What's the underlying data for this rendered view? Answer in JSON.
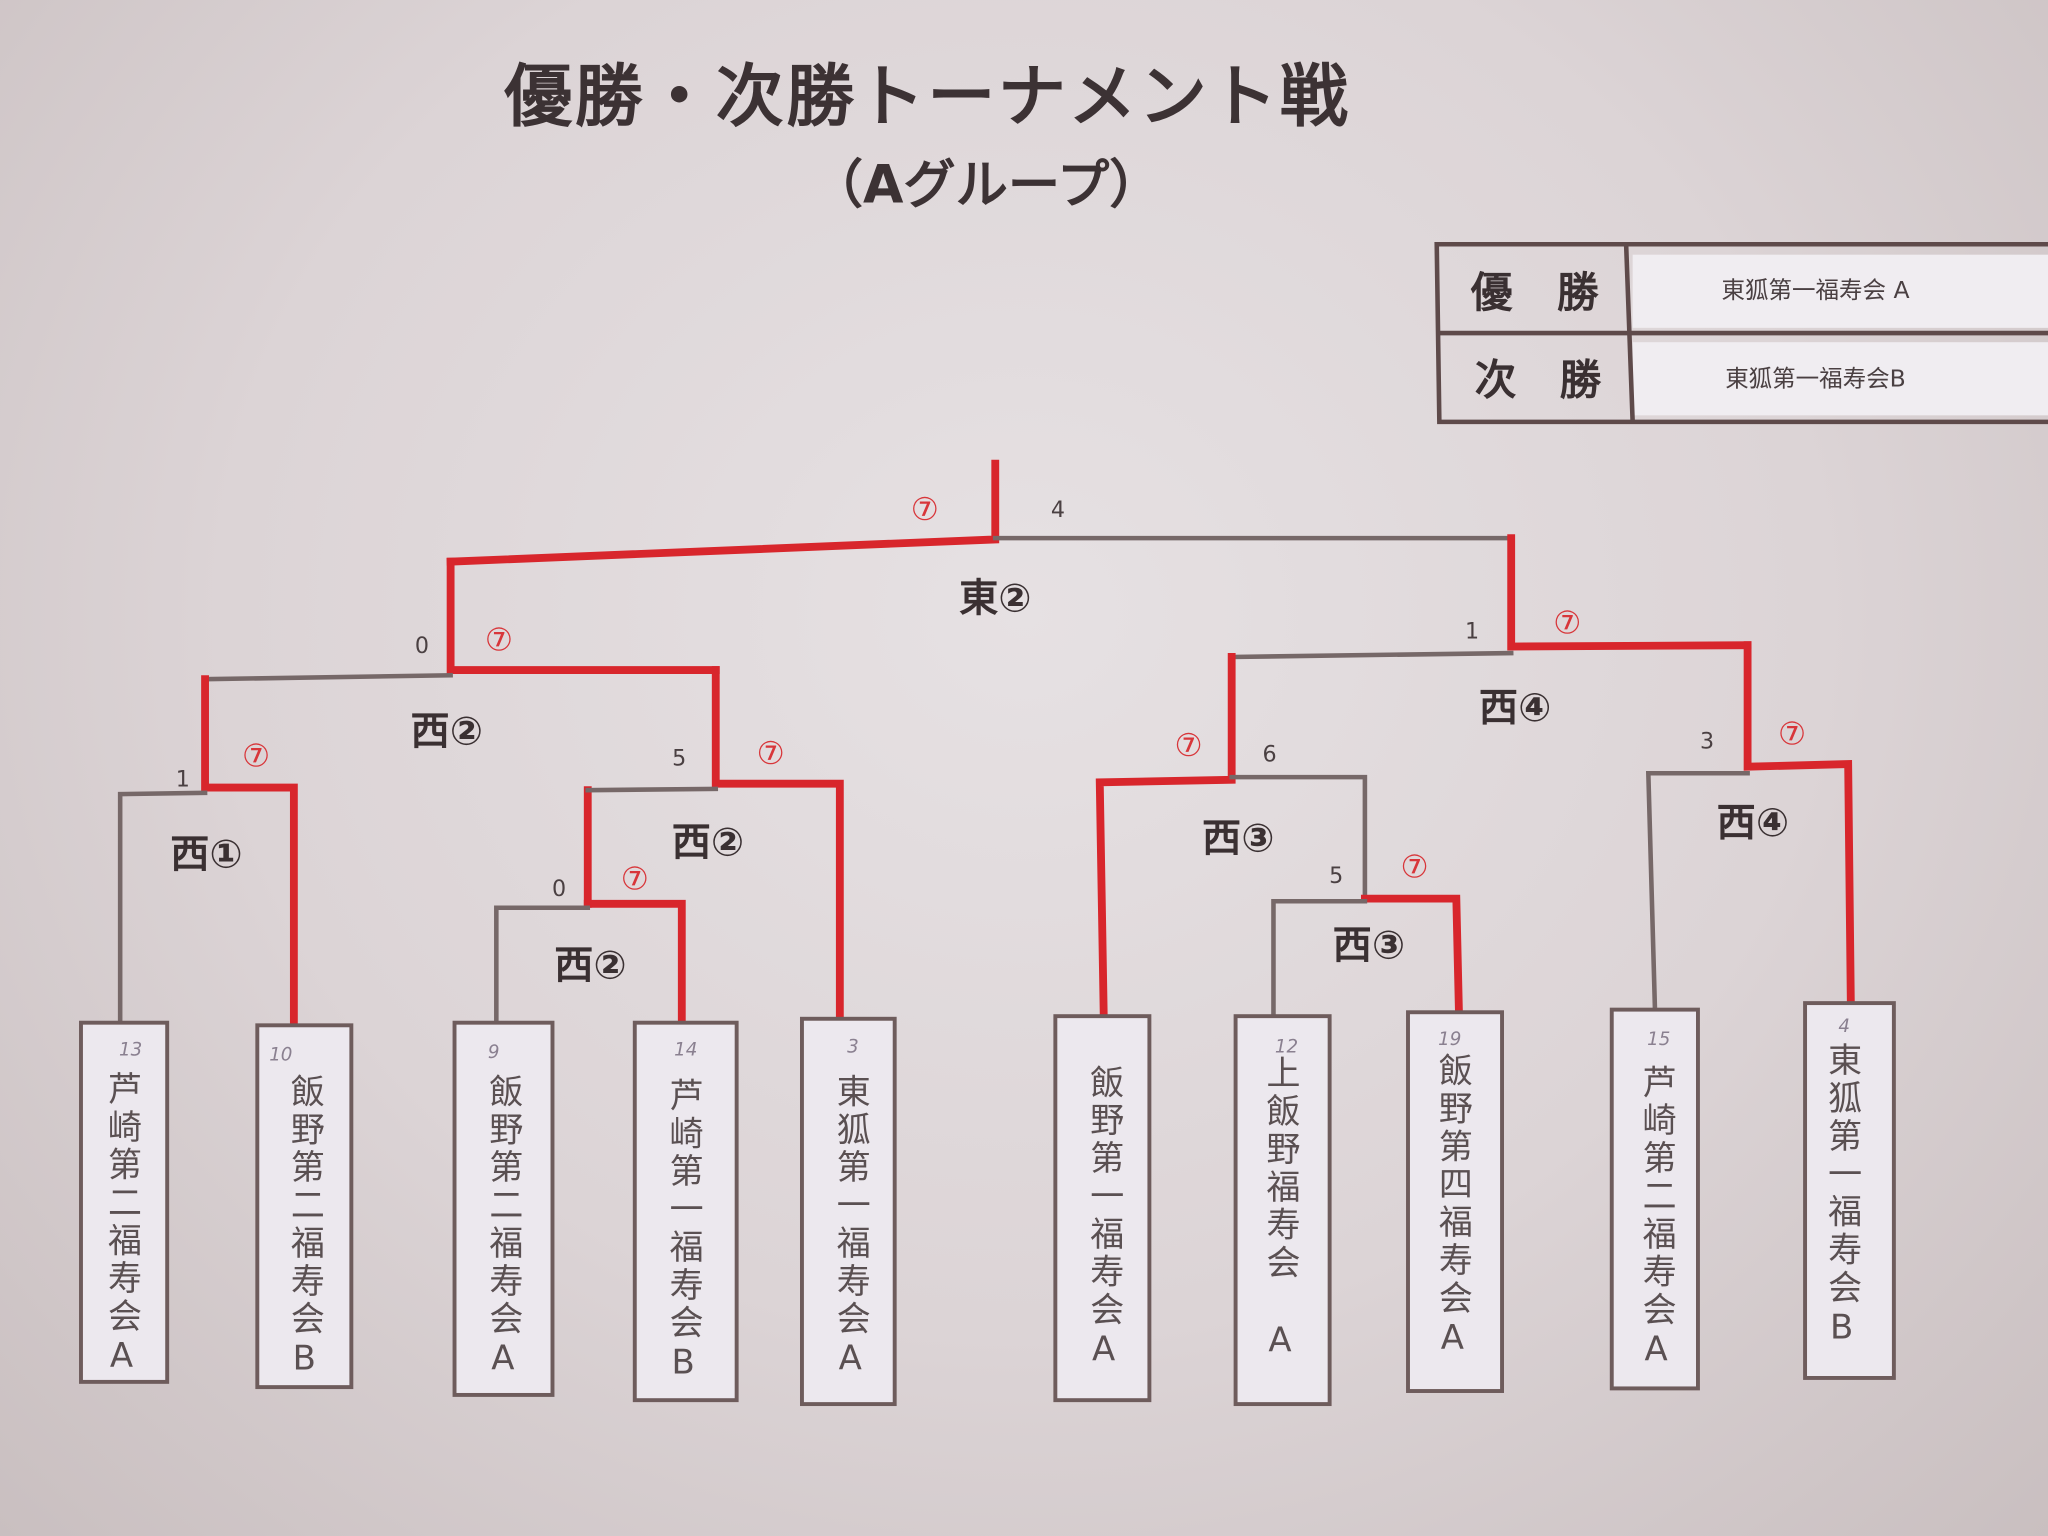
{
  "header": {
    "title": "優勝・次勝トーナメント戦",
    "subtitle": "（Aグループ）"
  },
  "results": [
    {
      "rank_chars": [
        "優",
        "勝"
      ],
      "team": "東狐第一福寿会 A"
    },
    {
      "rank_chars": [
        "次",
        "勝"
      ],
      "team": "東狐第一福寿会B"
    }
  ],
  "colors": {
    "winner_line": "#d8262c",
    "loser_line": "#766868",
    "board": "#dcd4d6"
  },
  "matches": {
    "final": {
      "label": "東②",
      "score_left": "⑦",
      "score_right": "4"
    },
    "semi_left": {
      "label": "西②",
      "score_left": "0",
      "score_right": "⑦"
    },
    "semi_right": {
      "label": "西④",
      "score_left": "1",
      "score_right": "⑦"
    },
    "qf1": {
      "label": "西①",
      "score_left": "1",
      "score_right": "⑦"
    },
    "qf2": {
      "label": "西②",
      "score_left": "5",
      "score_right": "⑦"
    },
    "r1_left": {
      "label": "西②",
      "score_left": "0",
      "score_right": "⑦"
    },
    "qf3": {
      "label": "西③",
      "score_left": "⑦",
      "score_right": "6"
    },
    "r1_right": {
      "label": "西③",
      "score_left": "5",
      "score_right": "⑦"
    },
    "qf4": {
      "label": "西④",
      "score_left": "3",
      "score_right": "⑦"
    }
  },
  "teams": [
    {
      "name": "芦崎第二福寿会A",
      "number": "13"
    },
    {
      "name": "飯野第二福寿会B",
      "number": "10"
    },
    {
      "name": "飯野第二福寿会A",
      "number": "9"
    },
    {
      "name": "芦崎第一福寿会B",
      "number": "14"
    },
    {
      "name": "東狐第一福寿会A",
      "number": "3"
    },
    {
      "name": "飯野第一福寿会A",
      "number": ""
    },
    {
      "name": "上飯野福寿会　A",
      "number": "12"
    },
    {
      "name": "飯野第四福寿会A",
      "number": "19"
    },
    {
      "name": "芦崎第二福寿会A",
      "number": "15"
    },
    {
      "name": "東狐第一福寿会B",
      "number": "4"
    }
  ]
}
